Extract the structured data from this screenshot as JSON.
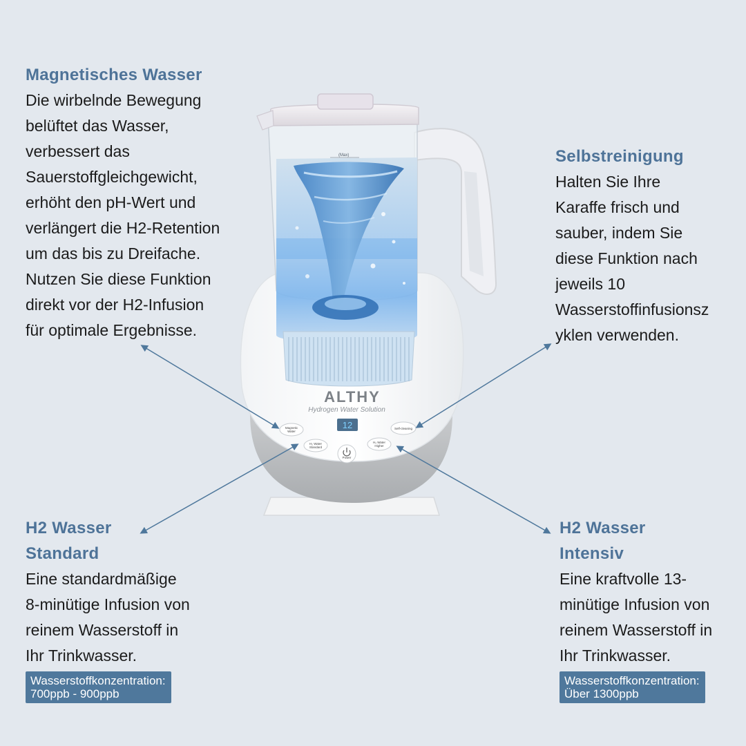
{
  "product": {
    "brand": "ALTHY",
    "tagline": "Hydrogen Water Solution",
    "display": "12",
    "max_mark": "(Max)",
    "buttons": {
      "magnetic_l1": "Magnetic",
      "magnetic_l2": "Water",
      "self_cleaning": "Self-cleaning",
      "h2_standard_l1": "H₂ Water",
      "h2_standard_l2": "Standard",
      "h2_higher_l1": "H₂ Water",
      "h2_higher_l2": "Higher",
      "power": "Power"
    }
  },
  "features": {
    "magnetic": {
      "title": "Magnetisches Wasser",
      "lines": [
        "Die wirbelnde Bewegung",
        "belüftet das Wasser,",
        "verbessert das",
        "Sauerstoffgleichgewicht,",
        "erhöht den pH-Wert und",
        "verlängert die H2-Retention",
        "um das bis zu Dreifache.",
        "Nutzen Sie diese Funktion",
        "direkt vor der H2-Infusion",
        "für optimale Ergebnisse."
      ]
    },
    "selfclean": {
      "title": "Selbstreinigung",
      "lines": [
        "Halten Sie Ihre",
        "Karaffe frisch und",
        "sauber, indem Sie",
        "diese Funktion nach",
        "jeweils 10",
        "Wasserstoffinfusionsz",
        "yklen verwenden."
      ]
    },
    "standard": {
      "title_l1": "H2 Wasser",
      "title_l2": "Standard",
      "lines": [
        "Eine standardmäßige",
        "8-minütige Infusion von",
        "reinem Wasserstoff in",
        "Ihr Trinkwasser."
      ],
      "badge_l1": "Wasserstoffkonzentration:",
      "badge_l2": "700ppb - 900ppb"
    },
    "intensive": {
      "title_l1": "H2 Wasser",
      "title_l2": "Intensiv",
      "lines": [
        "Eine kraftvolle 13-",
        "minütige Infusion von",
        "reinem Wasserstoff in",
        "Ihr Trinkwasser."
      ],
      "badge_l1": "Wasserstoffkonzentration:",
      "badge_l2": "Über 1300ppb"
    }
  },
  "colors": {
    "background": "#e3e8ee",
    "heading": "#4e7398",
    "badge": "#4f789c",
    "arrow": "#4f789c"
  }
}
